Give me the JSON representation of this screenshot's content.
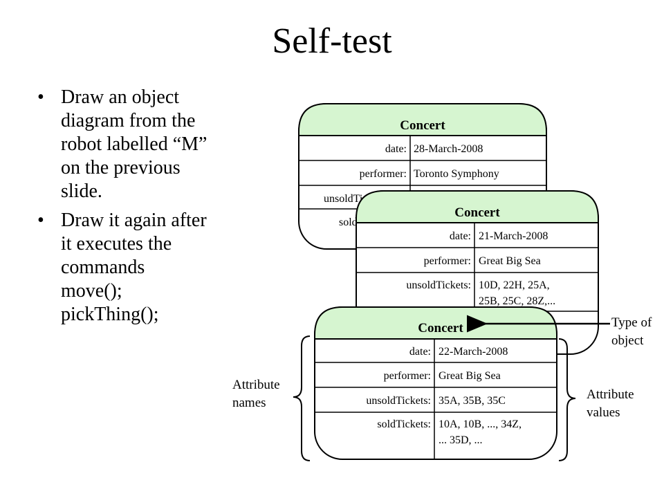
{
  "slide": {
    "title": "Self-test"
  },
  "bullets": [
    {
      "lines": [
        "Draw an object",
        "diagram from the",
        "robot labelled “M”",
        "on the previous",
        "slide."
      ]
    },
    {
      "lines": [
        "Draw it again after",
        "it executes the",
        "commands",
        "move();",
        "pickThing();"
      ]
    }
  ],
  "diagram": {
    "objects": [
      {
        "class": "Concert",
        "attributes": [
          {
            "name": "date:",
            "value": "28-March-2008"
          },
          {
            "name": "performer:",
            "value": "Toronto Symphony"
          },
          {
            "name": "unsoldTi",
            "value": ""
          },
          {
            "name": "soldT",
            "value": ""
          }
        ]
      },
      {
        "class": "Concert",
        "attributes": [
          {
            "name": "date:",
            "value": "21-March-2008"
          },
          {
            "name": "performer:",
            "value": "Great Big Sea"
          },
          {
            "name": "unsoldTickets:",
            "value": "10D, 22H, 25A,",
            "value2": "25B, 25C, 28Z,..."
          },
          {
            "name": "",
            "value": ""
          }
        ]
      },
      {
        "class": "Concert",
        "attributes": [
          {
            "name": "date:",
            "value": "22-March-2008"
          },
          {
            "name": "performer:",
            "value": "Great Big Sea"
          },
          {
            "name": "unsoldTickets:",
            "value": "35A, 35B, 35C"
          },
          {
            "name": "soldTickets:",
            "value": "10A, 10B, ..., 34Z,",
            "value2": "... 35D, ..."
          }
        ]
      }
    ],
    "annotations": {
      "type_of_object": [
        "Type of",
        "object"
      ],
      "attribute_names": [
        "Attribute",
        "names"
      ],
      "attribute_values": [
        "Attribute",
        "values"
      ]
    },
    "colors": {
      "header": "#d6f5d0",
      "stroke": "#000000"
    }
  }
}
